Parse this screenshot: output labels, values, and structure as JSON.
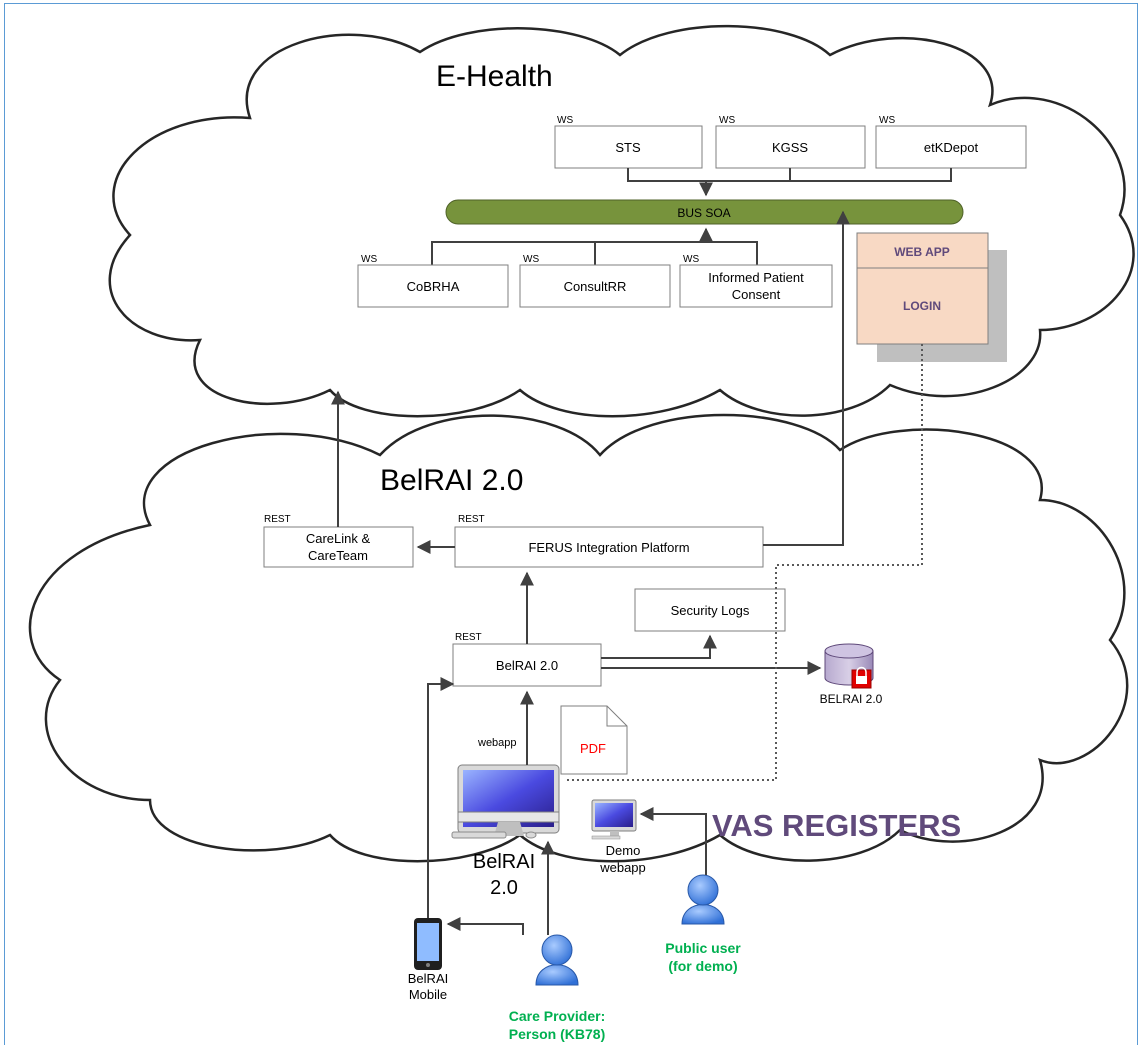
{
  "clouds": {
    "ehealth": {
      "title": "E-Health"
    },
    "belrai": {
      "title": "BelRAI 2.0"
    }
  },
  "ehealth": {
    "services_top": [
      {
        "tag": "WS",
        "label": "STS"
      },
      {
        "tag": "WS",
        "label": "KGSS"
      },
      {
        "tag": "WS",
        "label": "etKDepot"
      }
    ],
    "bus": {
      "label": "BUS SOA"
    },
    "services_bottom": [
      {
        "tag": "WS",
        "label": "CoBRHA"
      },
      {
        "tag": "WS",
        "label": "ConsultRR"
      },
      {
        "tag": "WS",
        "label_line1": "Informed Patient",
        "label_line2": "Consent"
      }
    ],
    "webapp": {
      "header": "WEB APP",
      "body": "LOGIN"
    }
  },
  "belrai": {
    "carelink": {
      "tag": "REST",
      "line1": "CareLink &",
      "line2": "CareTeam"
    },
    "ferus": {
      "tag": "REST",
      "label": "FERUS Integration Platform"
    },
    "security_logs": {
      "label": "Security Logs"
    },
    "belrai_service": {
      "tag": "REST",
      "label": "BelRAI 2.0"
    },
    "database": {
      "label": "BELRAI 2.0"
    },
    "pdf": {
      "label": "PDF"
    },
    "webapp_tag": "webapp",
    "desktop": {
      "line1": "BelRAI",
      "line2": "2.0"
    },
    "demo": {
      "line1": "Demo",
      "line2": "webapp"
    },
    "vas": "VAS REGISTERS"
  },
  "actors": {
    "mobile": {
      "line1": "BelRAI",
      "line2": "Mobile"
    },
    "care_provider": {
      "line1": "Care Provider:",
      "line2": "Person (KB78)"
    },
    "public_user": {
      "line1": "Public user",
      "line2": "(for demo)"
    }
  },
  "colors": {
    "bus": "#77933c",
    "webapp_fill": "#f8d9c4",
    "actor_label": "#00b050",
    "vas": "#604a7b",
    "pdf": "#ff0000",
    "frame": "#5b9bd5"
  }
}
